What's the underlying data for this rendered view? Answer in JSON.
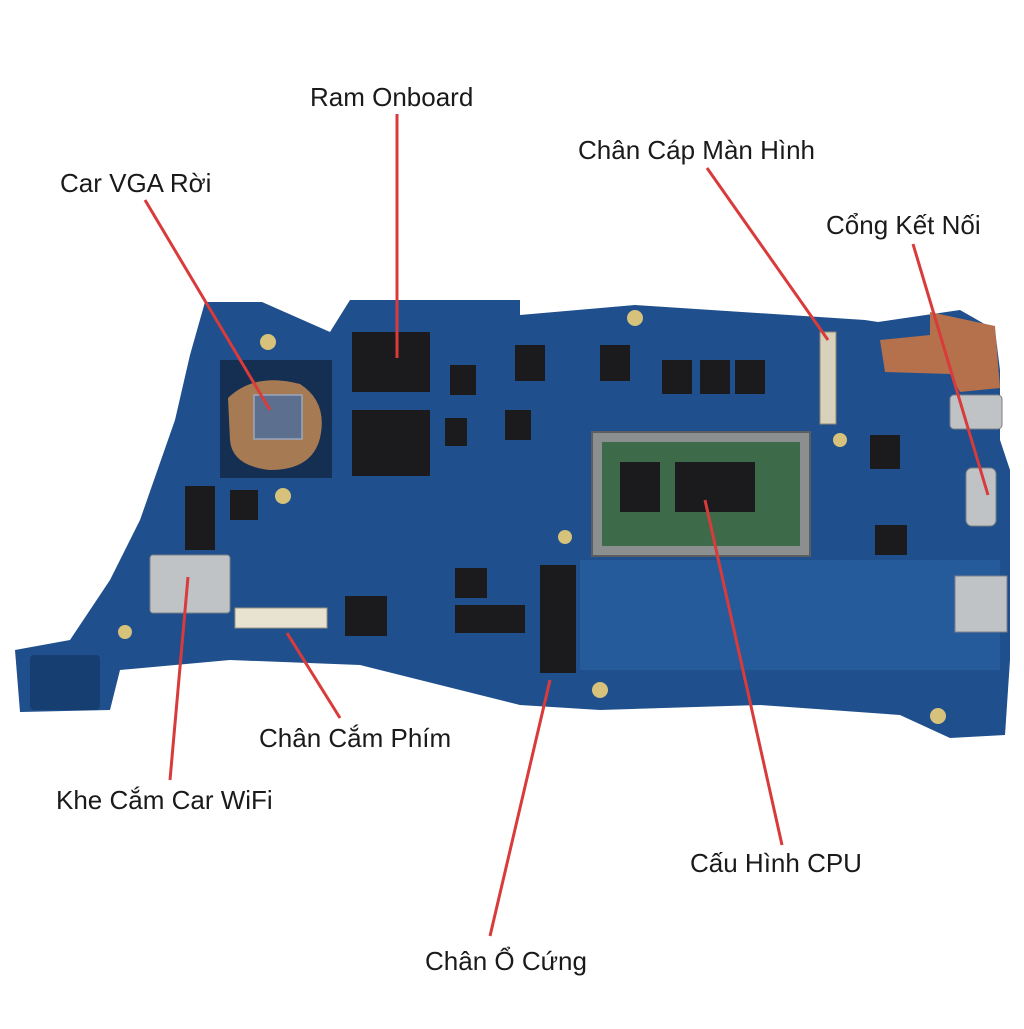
{
  "colors": {
    "board": "#1f4f8c",
    "board_dark": "#173e70",
    "leader": "#d93b3b",
    "chip": "#1b1b1d",
    "metal": "#bfc3c6",
    "copper": "#b5704c",
    "ssd_area": "#2b66a8"
  },
  "labels": {
    "ram": "Ram Onboard",
    "display_cable": "Chân Cáp Màn Hình",
    "vga": "Car VGA Rời",
    "ports": "Cổng Kết Nối",
    "keyboard": "Chân Cắm Phím",
    "wifi": "Khe Cắm Car WiFi",
    "cpu": "Cấu Hình CPU",
    "storage": "Chân Ổ Cứng"
  }
}
